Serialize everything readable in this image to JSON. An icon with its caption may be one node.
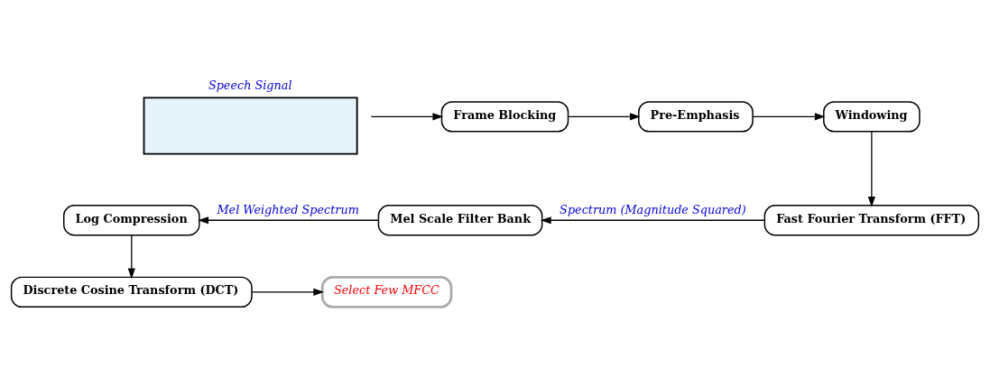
{
  "diagram": {
    "nodes": [
      {
        "text": [
          "Speech Signal"
        ]
      },
      {
        "text": [
          "Frame Blocking"
        ]
      },
      {
        "text": [
          "Pre-Emphasis"
        ]
      },
      {
        "text": [
          "Windowing"
        ]
      },
      {
        "text": [
          "Fast Fourier Transform (FFT)"
        ]
      },
      {
        "text": [
          "Mel Scale Filter Bank"
        ]
      },
      {
        "text": [
          "Log Compression"
        ]
      },
      {
        "text": [
          "Discrete Cosine Transform (DCT)"
        ]
      },
      {
        "text": [
          "Select Few MFCC"
        ]
      }
    ],
    "edges": [
      {
        "from": 0,
        "to": 1,
        "arrow": "to"
      },
      {
        "from": 1,
        "to": 2,
        "arrow": "to"
      },
      {
        "from": 2,
        "to": 3,
        "arrow": "to"
      },
      {
        "from": 3,
        "to": 4,
        "arrow": "to"
      },
      {
        "from": 4,
        "to": 5,
        "arrow": "to",
        "label": "Spectrum (Magnitude Squared)"
      },
      {
        "from": 5,
        "to": 6,
        "arrow": "to",
        "label": "Mel Weighted Spectrum"
      },
      {
        "from": 6,
        "to": 7,
        "arrow": "to"
      },
      {
        "from": 7,
        "to": 8,
        "arrow": "to"
      }
    ]
  }
}
